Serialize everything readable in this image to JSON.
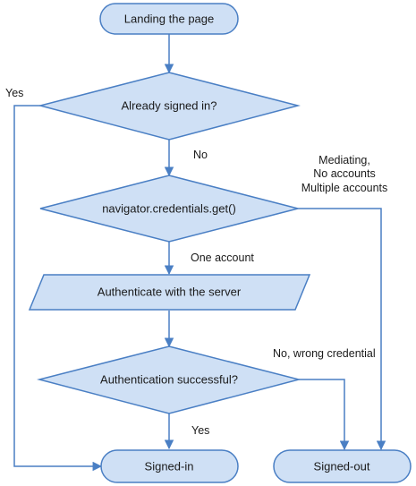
{
  "nodes": {
    "landing": "Landing the page",
    "signed_in_check": "Already signed in?",
    "credentials_get": "navigator.credentials.get()",
    "authenticate": "Authenticate with the server",
    "auth_success_check": "Authentication successful?",
    "signed_in": "Signed-in",
    "signed_out": "Signed-out"
  },
  "edge_labels": {
    "yes_already": "Yes",
    "no_not_signed": "No",
    "mediating_lines": [
      "Mediating,",
      "No accounts",
      "Multiple accounts"
    ],
    "one_account": "One account",
    "wrong_credential": "No, wrong credential",
    "yes_success": "Yes"
  },
  "colors": {
    "node_fill": "#cfe0f5",
    "stroke": "#4a7fc4"
  }
}
